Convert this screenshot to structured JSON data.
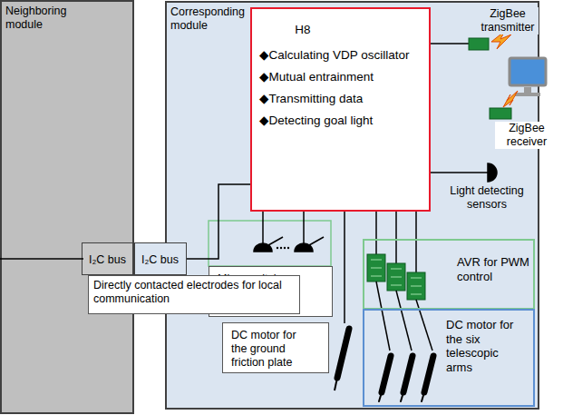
{
  "diagram": {
    "nodes": [
      {
        "text": [
          "Neighboring module"
        ]
      },
      {
        "text": [
          "Corresponding module"
        ]
      },
      {
        "text": [
          "I₂C bus"
        ],
        "in": 0
      },
      {
        "text": [
          "I₂C bus"
        ],
        "in": 1
      },
      {
        "text": [
          "H8",
          "◆Calculating VDP oscillator",
          "◆Mutual entrainment",
          "◆Transmitting data",
          "◆Detecting goal light"
        ],
        "in": 1
      },
      {
        "text": [
          "Directly contacted electrodes for local communication"
        ]
      },
      {
        "text": [
          "Micro switches for initializing the arm length"
        ],
        "in": 1
      },
      {
        "text": [
          "DC motor for the ground friction plate"
        ],
        "in": 1
      },
      {
        "text": [
          "AVR for PWM control"
        ],
        "in": 1
      },
      {
        "text": [
          "DC motor for the six telescopic arms"
        ],
        "in": 1
      }
    ],
    "edges": [
      {
        "from": 3,
        "to": 4,
        "arrow": "none"
      }
    ],
    "labels": [
      "ZigBee transmitter",
      "ZigBee receiver",
      "Light detecting sensors"
    ]
  }
}
